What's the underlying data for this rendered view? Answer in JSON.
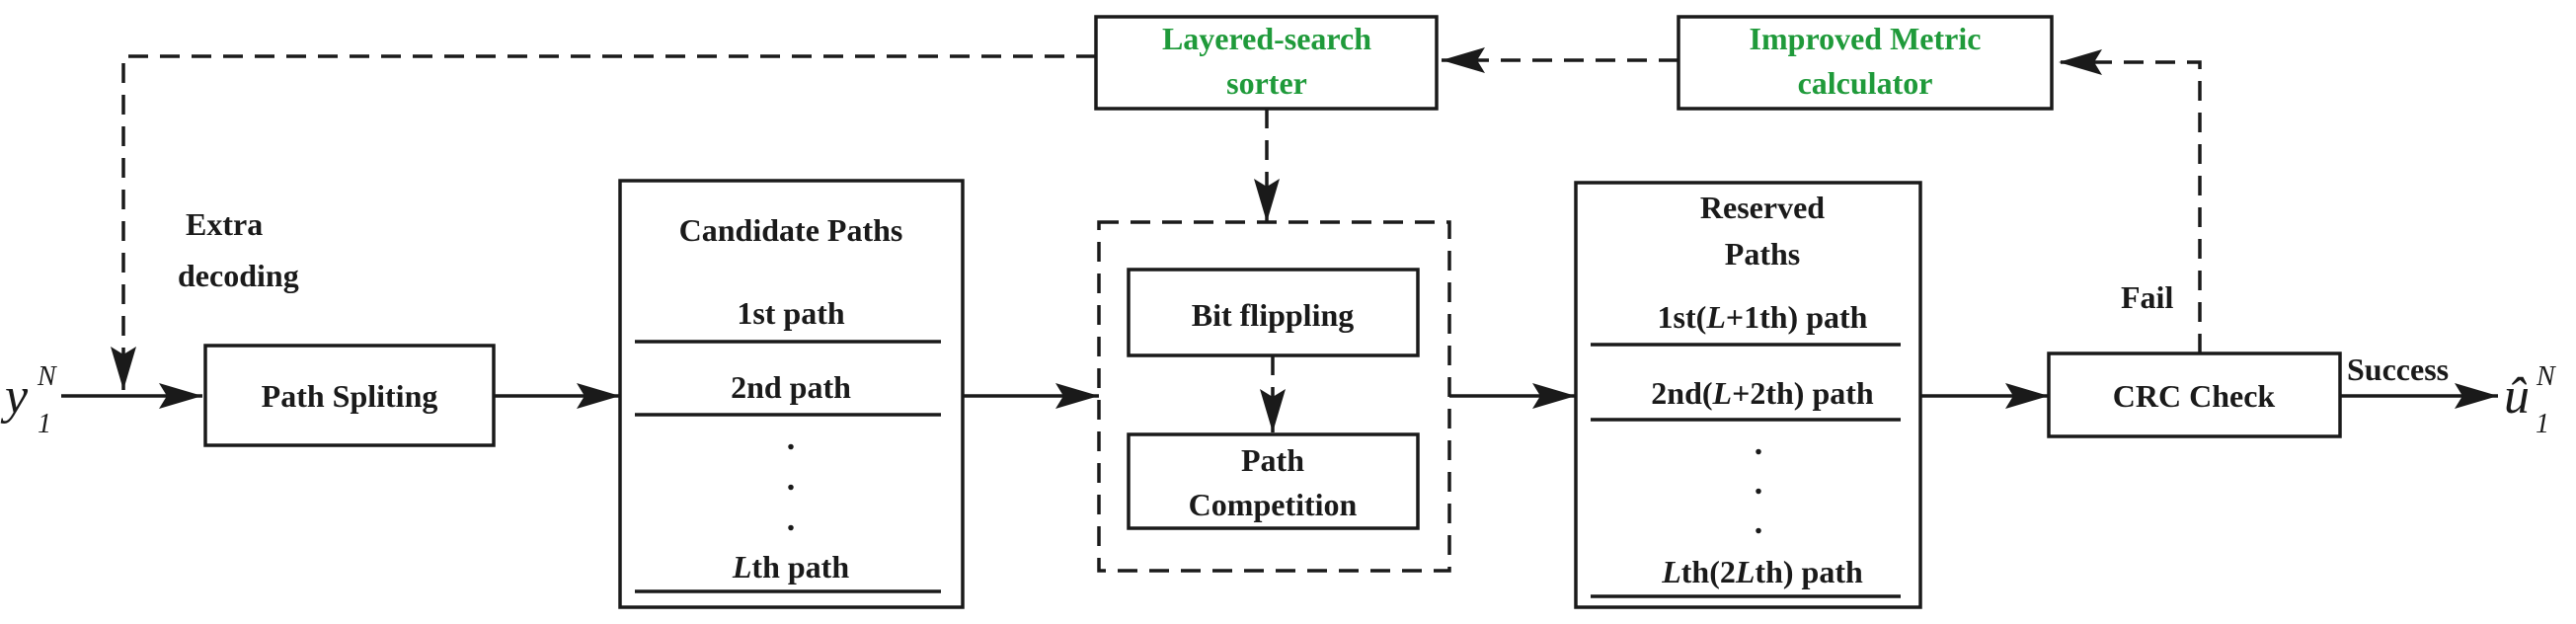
{
  "diagram": {
    "input": {
      "symbol": "y",
      "sub": "1",
      "sup": "N"
    },
    "output": {
      "symbol": "û",
      "sub": "1",
      "sup": "N"
    },
    "extra_decoding": [
      "Extra",
      "decoding"
    ],
    "path_splitting": "Path Spliting",
    "candidate_paths": {
      "title": "Candidate Paths",
      "first": "1st path",
      "second": "2nd path",
      "last_italic": "L",
      "last_rest": "th path"
    },
    "layered_sorter": [
      "Layered-search",
      "sorter"
    ],
    "improved_metric": [
      "Improved Metric",
      "calculator"
    ],
    "bit_flipping": "Bit flippling",
    "path_competition": [
      "Path",
      "Competition"
    ],
    "reserved_paths": {
      "title": [
        "Reserved",
        "Paths"
      ],
      "first": {
        "a": "1st(",
        "b": "L",
        "c": "+1th) path"
      },
      "second": {
        "a": "2nd(",
        "b": "L",
        "c": "+2th) path"
      },
      "last": {
        "a": "L",
        "b": "th(2",
        "c": "L",
        "d": "th) path"
      }
    },
    "crc_check": "CRC Check",
    "fail": "Fail",
    "success": "Success",
    "colors": {
      "highlight": "#1f9a3a",
      "stroke": "#1a1a1a"
    }
  }
}
